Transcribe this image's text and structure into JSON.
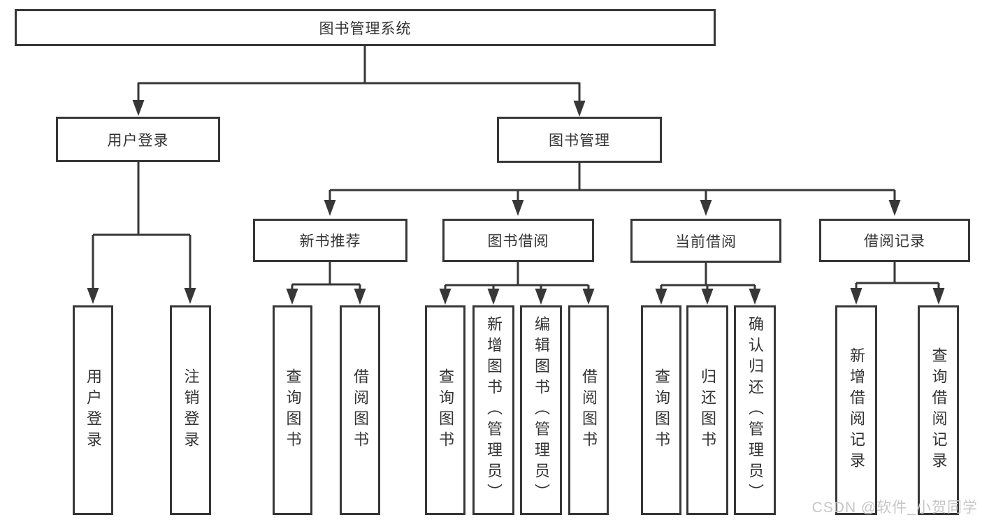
{
  "tree": {
    "root": {
      "label": "图书管理系统"
    },
    "branches": [
      {
        "label": "用户登录",
        "leaves": [
          {
            "label": "用户登录"
          },
          {
            "label": "注销登录"
          }
        ]
      },
      {
        "label": "图书管理",
        "groups": [
          {
            "label": "新书推荐",
            "leaves": [
              {
                "label": "查询图书"
              },
              {
                "label": "借阅图书"
              }
            ]
          },
          {
            "label": "图书借阅",
            "leaves": [
              {
                "label": "查询图书"
              },
              {
                "label": "新增图书（管理员）"
              },
              {
                "label": "编辑图书（管理员）"
              },
              {
                "label": "借阅图书"
              }
            ]
          },
          {
            "label": "当前借阅",
            "leaves": [
              {
                "label": "查询图书"
              },
              {
                "label": "归还图书"
              },
              {
                "label": "确认归还（管理员）"
              }
            ]
          },
          {
            "label": "借阅记录",
            "leaves": [
              {
                "label": "新增借阅记录"
              },
              {
                "label": "查询借阅记录"
              }
            ]
          }
        ]
      }
    ]
  },
  "watermark": {
    "text": "CSDN @软件_小贺同学"
  },
  "colors": {
    "line": "#373737",
    "text": "#333333",
    "box_bg": "#ffffff",
    "watermark": "#c6c6c6",
    "bg": "#ffffff"
  }
}
